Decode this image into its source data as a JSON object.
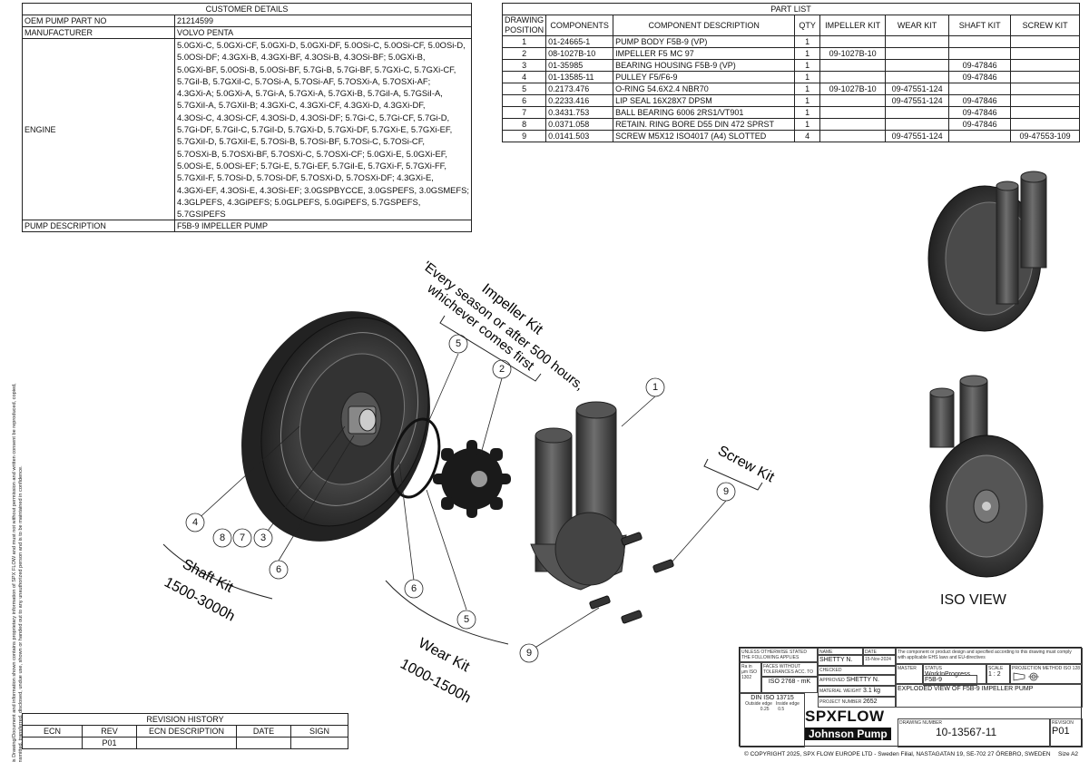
{
  "customer_details": {
    "title": "CUSTOMER DETAILS",
    "rows": [
      {
        "label": "OEM PUMP PART NO",
        "value": "21214599"
      },
      {
        "label": "MANUFACTURER",
        "value": "VOLVO PENTA"
      }
    ],
    "engine_label": "ENGINE",
    "engine_lines": [
      "5.0GXi-C, 5.0GXi-CF, 5.0GXi-D, 5.0GXi-DF, 5.0OSi-C, 5.0OSi-CF, 5.0OSi-D,",
      "5.0OSi-DF; 4.3GXi-B, 4.3GXi-BF, 4.3OSi-B, 4.3OSi-BF; 5.0GXi-B,",
      "5.0GXi-BF, 5.0OSi-B, 5.0OSi-BF, 5.7Gi-B, 5.7Gi-BF, 5.7GXi-C, 5.7GXi-CF,",
      "5.7GiI-B, 5.7GXiI-C, 5.7OSi-A, 5.7OSi-AF, 5.7OSXi-A, 5.7OSXi-AF;",
      "4.3GXi-A; 5.0GXi-A, 5.7Gi-A, 5.7GXi-A, 5.7GXi-B, 5.7GiI-A, 5.7GSiI-A,",
      "5.7GXiI-A, 5.7GXiI-B; 4.3GXi-C, 4.3GXi-CF, 4.3GXi-D, 4.3GXi-DF,",
      "4.3OSi-C, 4.3OSi-CF, 4.3OSi-D, 4.3OSi-DF; 5.7Gi-C, 5.7Gi-CF, 5.7Gi-D,",
      "5.7Gi-DF, 5.7GiI-C, 5.7GiI-D, 5.7GXi-D, 5.7GXi-DF, 5.7GXi-E, 5.7GXi-EF,",
      "5.7GXiI-D, 5.7GXiI-E, 5.7OSi-B, 5.7OSi-BF, 5.7OSi-C, 5.7OSi-CF,",
      "5.7OSXi-B, 5.7OSXi-BF, 5.7OSXi-C, 5.7OSXi-CF; 5.0GXi-E, 5.0GXi-EF,",
      "5.0OSi-E, 5.0OSi-EF; 5.7Gi-E, 5.7Gi-EF, 5.7GiI-E, 5.7GXi-F, 5.7GXi-FF,",
      "5.7GXiI-F, 5.7OSi-D, 5.7OSi-DF, 5.7OSXi-D, 5.7OSXi-DF; 4.3GXi-E,",
      "4.3GXi-EF, 4.3OSi-E, 4.3OSi-EF; 3.0GSPBYCCE, 3.0GSPEFS, 3.0GSMEFS;",
      "4.3GLPEFS, 4.3GiPEFS; 5.0GLPEFS, 5.0GiPEFS, 5.7GSPEFS, 5.7GSIPEFS"
    ],
    "pump_description_label": "PUMP DESCRIPTION",
    "pump_description": "F5B-9 IMPELLER PUMP"
  },
  "part_list": {
    "title": "PART LIST",
    "headers": [
      "DRAWING POSITION",
      "COMPONENTS",
      "COMPONENT DESCRIPTION",
      "QTY",
      "IMPELLER KIT",
      "WEAR KIT",
      "SHAFT KIT",
      "SCREW KIT"
    ],
    "rows": [
      [
        "1",
        "01-24665-1",
        "PUMP BODY F5B-9 (VP)",
        "1",
        "",
        "",
        "",
        ""
      ],
      [
        "2",
        "08-1027B-10",
        "IMPELLER F5 MC 97",
        "1",
        "09-1027B-10",
        "",
        "",
        ""
      ],
      [
        "3",
        "01-35985",
        "BEARING HOUSING F5B-9 (VP)",
        "1",
        "",
        "",
        "09-47846",
        ""
      ],
      [
        "4",
        "01-13585-11",
        "PULLEY F5/F6-9",
        "1",
        "",
        "",
        "09-47846",
        ""
      ],
      [
        "5",
        "0.2173.476",
        "O-RING 54.6X2.4 NBR70",
        "1",
        "09-1027B-10",
        "09-47551-124",
        "",
        ""
      ],
      [
        "6",
        "0.2233.416",
        "LIP SEAL 16X28X7 DPSM",
        "1",
        "",
        "09-47551-124",
        "09-47846",
        ""
      ],
      [
        "7",
        "0.3431.753",
        "BALL BEARING 6006 2RS1/VT901",
        "1",
        "",
        "",
        "09-47846",
        ""
      ],
      [
        "8",
        "0.0371.058",
        "RETAIN. RING BORE D55 DIN 472 SPRST",
        "1",
        "",
        "",
        "09-47846",
        ""
      ],
      [
        "9",
        "0.0141.503",
        "SCREW M5X12 ISO4017 (A4) SLOTTED",
        "4",
        "",
        "09-47551-124",
        "",
        "09-47553-109"
      ]
    ]
  },
  "drawing": {
    "impeller_kit_title": "Impeller Kit",
    "impeller_kit_note_1": "'Every season or after 500 hours,",
    "impeller_kit_note_2": "whichever comes first",
    "screw_kit_title": "Screw Kit",
    "shaft_kit_title": "Shaft Kit",
    "shaft_kit_hours": "1500-3000h",
    "wear_kit_title": "Wear Kit",
    "wear_kit_hours": "1000-1500h",
    "iso_view_label": "ISO VIEW",
    "balloons": [
      "1",
      "2",
      "3",
      "4",
      "5",
      "5",
      "6",
      "6",
      "7",
      "8",
      "9",
      "9"
    ]
  },
  "revision_history": {
    "title": "REVISION HISTORY",
    "headers": [
      "ECN",
      "REV",
      "ECN DESCRIPTION",
      "DATE",
      "SIGN"
    ],
    "rows": [
      [
        "",
        "P01",
        "",
        "",
        ""
      ]
    ]
  },
  "title_block": {
    "unless_otherwise": "UNLESS OTHERWISE STATED THE FOLLOWING APPLIES",
    "ra_label": "Ra in µm ISO 1302",
    "faces_label": "FACES WITHOUT TOLERANCES ACC. TO",
    "iso_2768": "ISO 2768 - mK",
    "din_iso": "DIN ISO 13715",
    "outside_edge": "Outside edge",
    "inside_edge": "Inside edge",
    "edge_val_1": "0.25",
    "edge_val_2": "0.5",
    "name_label": "NAME",
    "date_label": "DATE",
    "drawn_by": "SHETTY N.",
    "drawn_date": "15-Nov-2024",
    "checked_label": "CHECKED",
    "approved_label": "APPROVED",
    "approved_by": "SHETTY N.",
    "material_label": "MATERIAL",
    "weight_label": "WEIGHT",
    "weight": "3.1 kg",
    "project_label": "PROJECT NUMBER",
    "project_number": "2652",
    "compliance_note": "The component or product design and specified according to this drawing must comply with applicable EHS laws and EU-directives",
    "master_label": "MASTER",
    "master": "F5B-9",
    "status_label": "STATUS",
    "status": "WorkInProgress",
    "scale_label": "SCALE",
    "scale": "1 : 2",
    "projection_label": "PROJECTION METHOD ISO 128",
    "title": "EXPLODED VIEW OF F5B-9 IMPELLER PUMP",
    "drawing_number_label": "DRAWING NUMBER",
    "drawing_number": "10-13567-11",
    "revision_label": "REVISION",
    "revision": "P01",
    "logo_main": "SPXFLOW",
    "logo_sub": "Johnson Pump",
    "copyright": "© COPYRIGHT 2025, SPX FLOW EUROPE LTD - Sweden Filial, NASTAGATAN 19, SE-702 27 ÖREBRO, SWEDEN",
    "size": "Size  A2"
  },
  "side_note": "This Drawing/Document and information shown contains proprietary information of SPX FLOW and must not without permission and written consent be reproduced, copied, transmitted, transferred, disclosed, undue use, shown or handed out to any unauthorized person and is to be maintained in confidence."
}
